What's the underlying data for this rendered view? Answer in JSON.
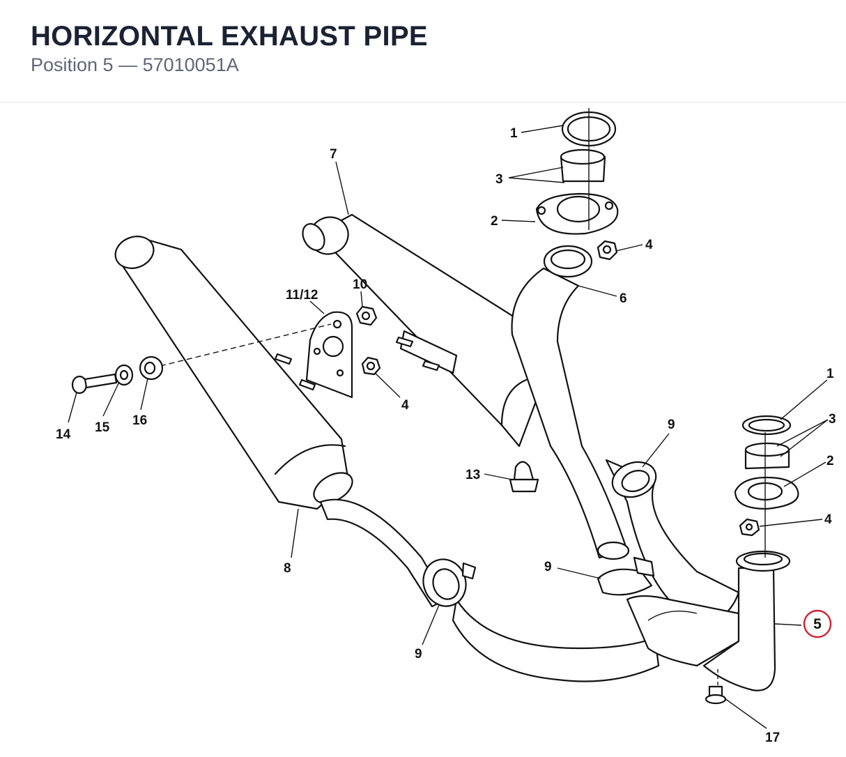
{
  "header": {
    "title": "HORIZONTAL EXHAUST PIPE",
    "subtitle": "Position 5 — 57010051A"
  },
  "highlight": {
    "label": "5",
    "color": "#d21f30"
  },
  "callouts": {
    "c1_top": "1",
    "c3_top": "3",
    "c2_top": "2",
    "c4_top": "4",
    "c6": "6",
    "c7": "7",
    "c10": "10",
    "c11_12": "11/12",
    "c4_mid": "4",
    "c14": "14",
    "c15": "15",
    "c16": "16",
    "c8": "8",
    "c9_left": "9",
    "c9_mid": "9",
    "c9_right": "9",
    "c13": "13",
    "c1_right": "1",
    "c3_right": "3",
    "c2_right": "2",
    "c4_right": "4",
    "c17": "17"
  }
}
